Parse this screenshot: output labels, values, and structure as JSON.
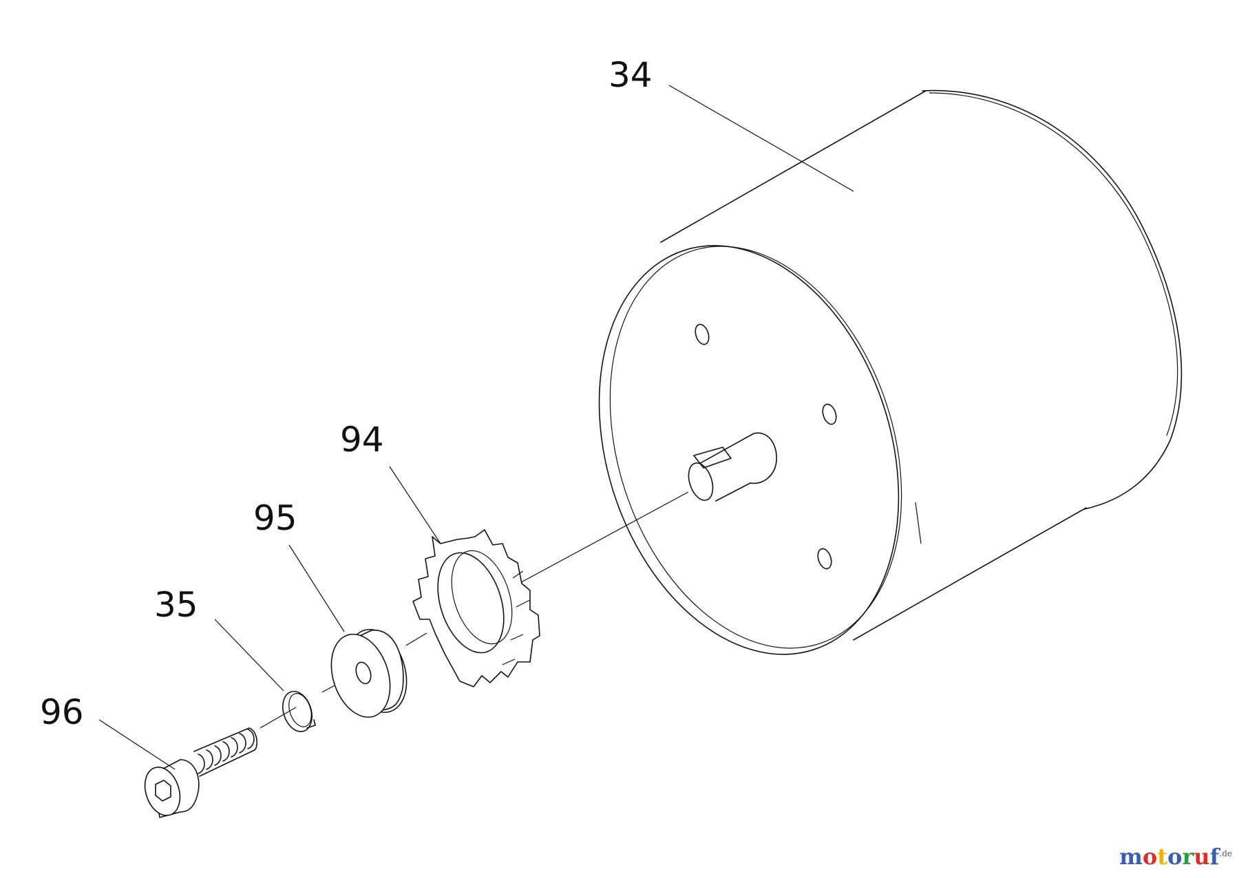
{
  "callouts": {
    "p34": "34",
    "p94": "94",
    "p95": "95",
    "p35": "35",
    "p96": "96"
  },
  "watermark": {
    "letters": [
      "m",
      "o",
      "t",
      "o",
      "r",
      "u",
      "f"
    ],
    "colors": [
      "#3b5fb0",
      "#d9302a",
      "#f0b400",
      "#3b5fb0",
      "#2e9a3c",
      "#d9302a",
      "#3b5fb0"
    ],
    "suffix": ".de"
  },
  "colors": {
    "line": "#111111",
    "background": "#ffffff"
  }
}
